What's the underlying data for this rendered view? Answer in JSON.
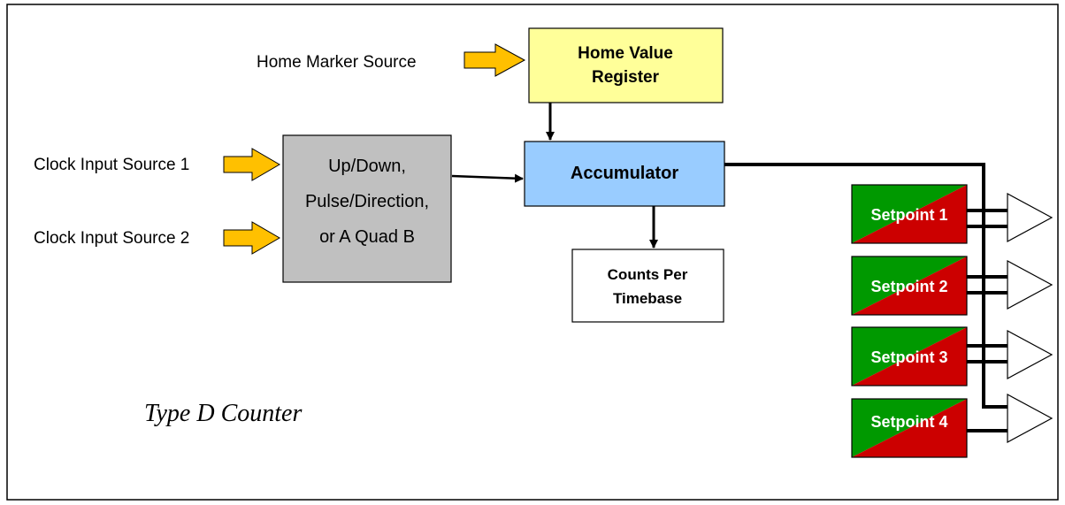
{
  "colors": {
    "frame": "#000000",
    "input_arrow_fill": "#ffc000",
    "home_register_fill": "#ffff99",
    "mode_block_fill": "#c0c0c0",
    "accumulator_fill": "#99ccff",
    "counts_fill": "#ffffff",
    "setpoint_green": "#009900",
    "setpoint_red": "#cc0000",
    "setpoint_text": "#ffffff",
    "wire": "#000000"
  },
  "inputs": {
    "home_marker": "Home Marker Source",
    "clock_1": "Clock Input Source 1",
    "clock_2": "Clock Input Source 2"
  },
  "home_register": {
    "line1": "Home Value",
    "line2": "Register"
  },
  "mode_block": {
    "line1": "Up/Down,",
    "line2": "Pulse/Direction,",
    "line3": "or A Quad B"
  },
  "accumulator": {
    "label": "Accumulator"
  },
  "counts_per_timebase": {
    "line1": "Counts Per",
    "line2": "Timebase"
  },
  "setpoints": [
    {
      "label": "Setpoint 1"
    },
    {
      "label": "Setpoint 2"
    },
    {
      "label": "Setpoint 3"
    },
    {
      "label": "Setpoint 4"
    }
  ],
  "caption": "Type D Counter"
}
